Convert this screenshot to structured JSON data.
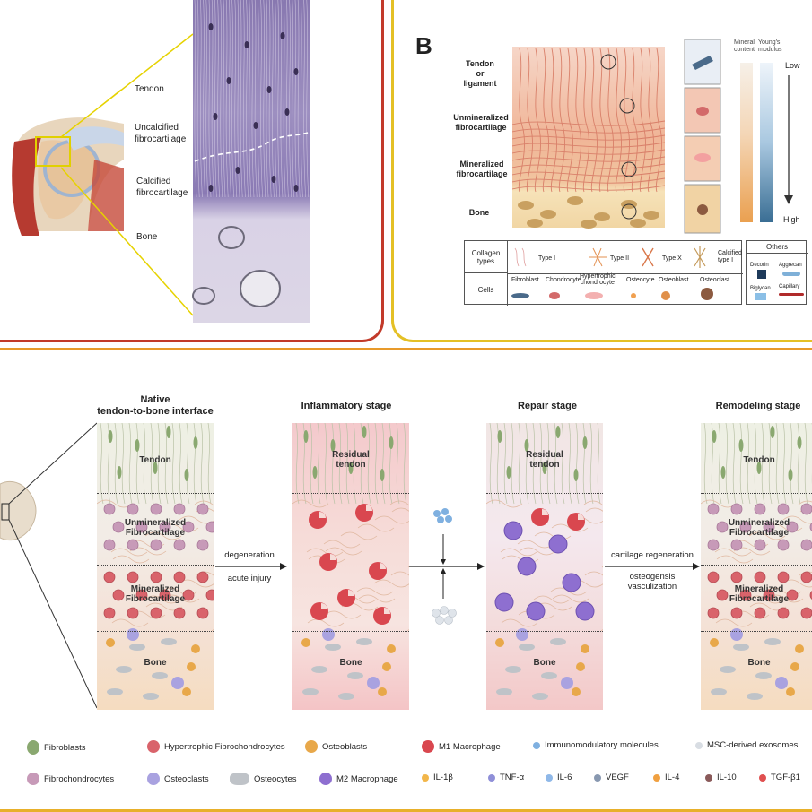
{
  "panel_a": {
    "labels": [
      "Tendon",
      "Uncalcified\nfibrocartilage",
      "Calcified\nfibrocartilage",
      "Bone"
    ]
  },
  "panel_b": {
    "letter": "B",
    "layers": [
      "Tendon\nor\nligament",
      "Unmineralized\nfibrocartilage",
      "Mineralized\nfibrocartilage",
      "Bone"
    ],
    "mineral_content": "Mineral\ncontent",
    "youngs_modulus": "Young's\nmodulus",
    "low": "Low",
    "high": "High",
    "table": {
      "collagen_types": "Collagen\ntypes",
      "cells": "Cells",
      "others": "Others",
      "collagen": [
        "Type I",
        "Type II",
        "Type X",
        "Calcified\ntype I"
      ],
      "cell_types": [
        "Fibroblast",
        "Chondrocyte",
        "Hypertrophic\nchondrocyte",
        "Osteocyte",
        "Osteoblast",
        "Osteoclast"
      ],
      "others_items": [
        "Decorin",
        "Aggrecan",
        "Biglycan",
        "Capillary"
      ]
    }
  },
  "stages": [
    {
      "title": "Native\ntendon-to-bone interface",
      "layers": [
        "Tendon",
        "Unmineralized\nFibrocartilage",
        "Mineralized\nFibrocartilage",
        "Bone"
      ]
    },
    {
      "title": "Inflammatory stage",
      "layers": [
        "Residual\ntendon",
        "",
        "",
        "Bone"
      ]
    },
    {
      "title": "Repair stage",
      "layers": [
        "Residual\ntendon",
        "",
        "",
        "Bone"
      ]
    },
    {
      "title": "Remodeling stage",
      "layers": [
        "Tendon",
        "Unmineralized\nFibrocartilage",
        "Mineralized\nFibrocartilage",
        "Bone"
      ]
    }
  ],
  "arrows": {
    "a1_top": "degeneration",
    "a1_bottom": "acute injury",
    "a3_top": "cartilage regeneration",
    "a3_bottom": "osteogensis\nvasculization"
  },
  "legend": [
    {
      "name": "Fibroblasts",
      "icon": "fibroblast-icon",
      "color": "#8aa870"
    },
    {
      "name": "Hypertrophic Fibrochondrocytes",
      "icon": "hypertrophic-fibrochondrocyte-icon",
      "color": "#d9636b"
    },
    {
      "name": "Osteoblasts",
      "icon": "osteoblast-icon",
      "color": "#e8a84a"
    },
    {
      "name": "M1 Macrophage",
      "icon": "m1-macrophage-icon",
      "color": "#d9474f"
    },
    {
      "name": "Immunomodulatory molecules",
      "icon": "immunomodulatory-molecule-icon",
      "color": "#7fb0e0"
    },
    {
      "name": "MSC-derived exosomes",
      "icon": "exosome-icon",
      "color": "#d8dde3"
    },
    {
      "name": "Fibrochondrocytes",
      "icon": "fibrochondrocyte-icon",
      "color": "#c79ab8"
    },
    {
      "name": "Osteoclasts",
      "icon": "osteoclast-icon",
      "color": "#a9a2e0"
    },
    {
      "name": "Osteocytes",
      "icon": "osteocyte-icon",
      "color": "#bfc3c8"
    },
    {
      "name": "M2 Macrophage",
      "icon": "m2-macrophage-icon",
      "color": "#8e6fd0"
    },
    {
      "name": "IL-1β",
      "icon": "il1b-icon",
      "color": "#f2b64a"
    },
    {
      "name": "TNF-α",
      "icon": "tnfa-icon",
      "color": "#8f8fd8"
    },
    {
      "name": "IL-6",
      "icon": "il6-icon",
      "color": "#8fb8e8"
    },
    {
      "name": "VEGF",
      "icon": "vegf-icon",
      "color": "#8898b0"
    },
    {
      "name": "IL-4",
      "icon": "il4-icon",
      "color": "#f0a040"
    },
    {
      "name": "IL-10",
      "icon": "il10-icon",
      "color": "#8a5a5a"
    },
    {
      "name": "TGF-β1",
      "icon": "tgfb1-icon",
      "color": "#e05050"
    }
  ],
  "colors": {
    "panel_a_border": "#c23a2a",
    "panel_b_border": "#e4c026",
    "bottom_border": "#e89a2a"
  }
}
